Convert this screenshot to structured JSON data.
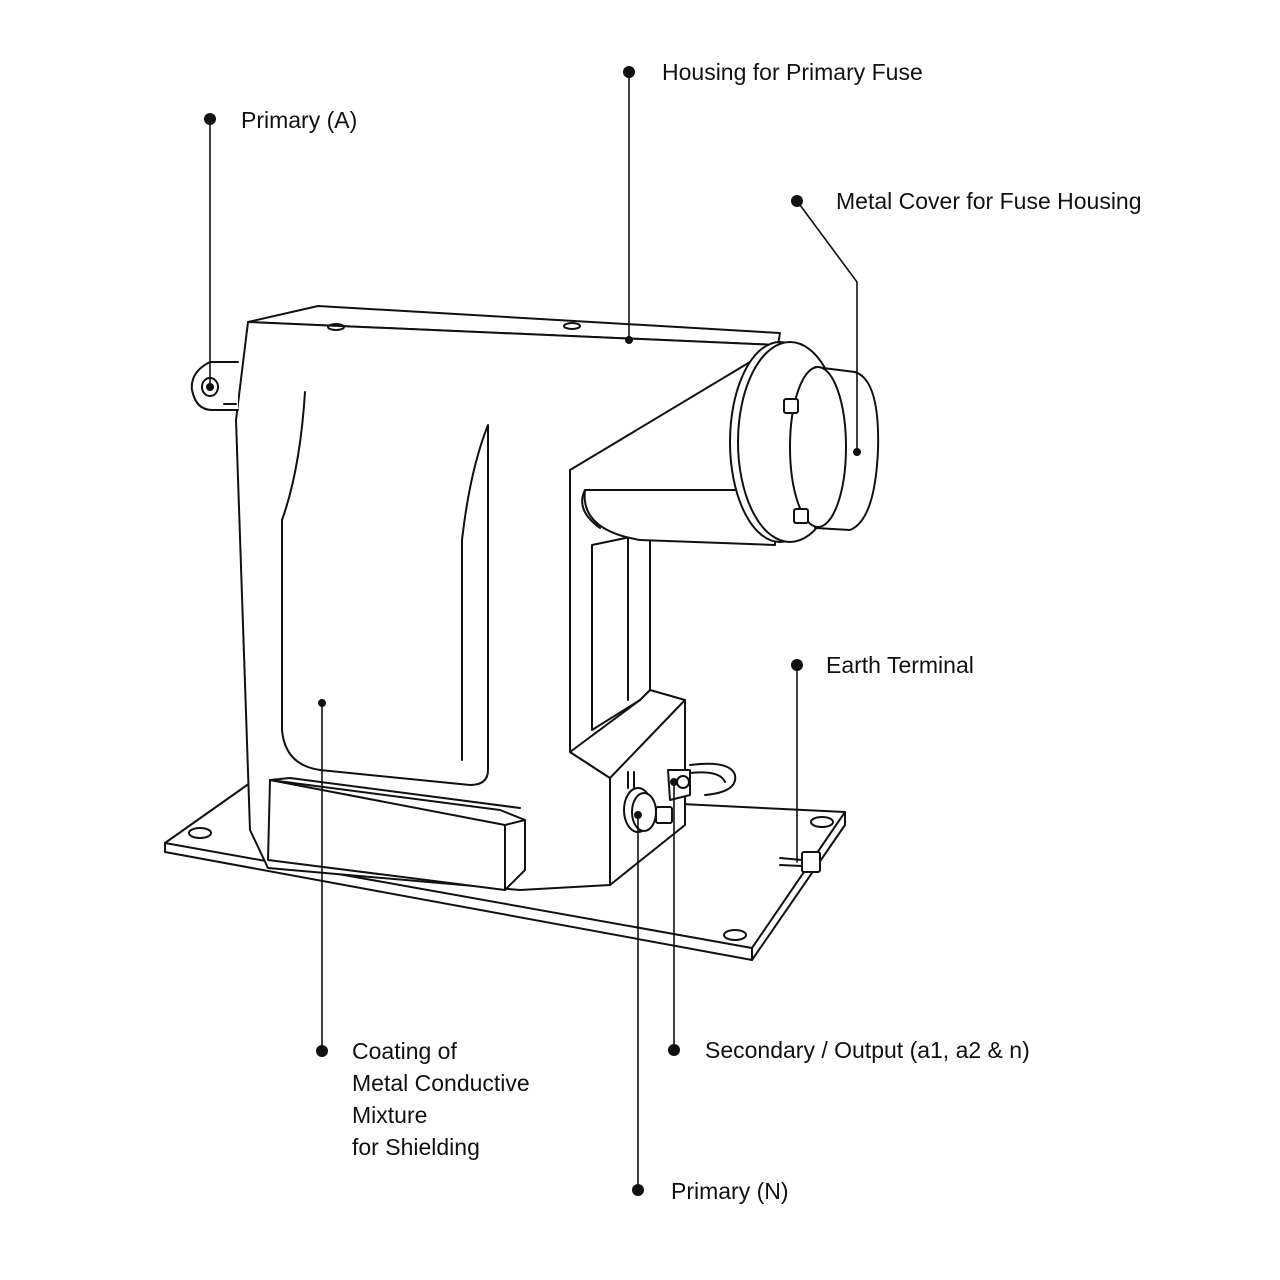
{
  "colors": {
    "ink": "#111111",
    "background": "#ffffff",
    "body_fill": "#ffffff"
  },
  "labels": {
    "primary_a": "Primary (A)",
    "housing_primary_fuse": "Housing for Primary Fuse",
    "metal_cover": "Metal Cover for Fuse Housing",
    "earth_terminal": "Earth Terminal",
    "coating": [
      "Coating of",
      "Metal Conductive",
      "Mixture",
      "for Shielding"
    ],
    "secondary_output": "Secondary / Output (a1, a2 & n)",
    "primary_n": "Primary (N)"
  }
}
